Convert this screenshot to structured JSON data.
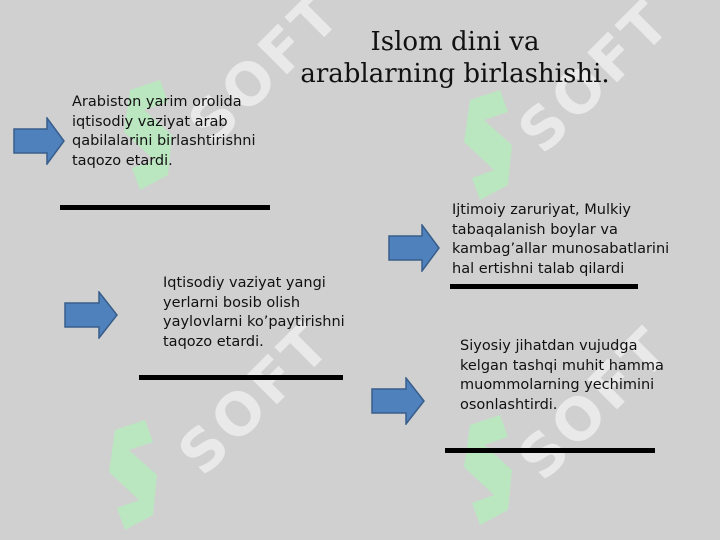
{
  "title": "Islom dini va arablarning birlashishi.",
  "watermark": "SOFT",
  "colors": {
    "background": "#d0d0d0",
    "arrow_fill": "#4f81bd",
    "arrow_stroke": "#385d8a",
    "watermark_green": "#b9e8c0"
  },
  "blocks": [
    {
      "text": "Arabiston yarim orolida iqtisodiy vaziyat arab qabilalarini birlashtirishni taqozo etardi."
    },
    {
      "text": "Ijtimoiy zaruriyat, Mulkiy tabaqalanish boylar va kambag’allar munosabatlarini hal ertishni talab qilardi"
    },
    {
      "text": "Iqtisodiy vaziyat yangi yerlarni bosib olish yaylovlarni ko’paytirishni taqozo etardi."
    },
    {
      "text": "Siyosiy jihatdan vujudga kelgan tashqi muhit hamma muommolarning yechimini osonlashtirdi."
    }
  ]
}
